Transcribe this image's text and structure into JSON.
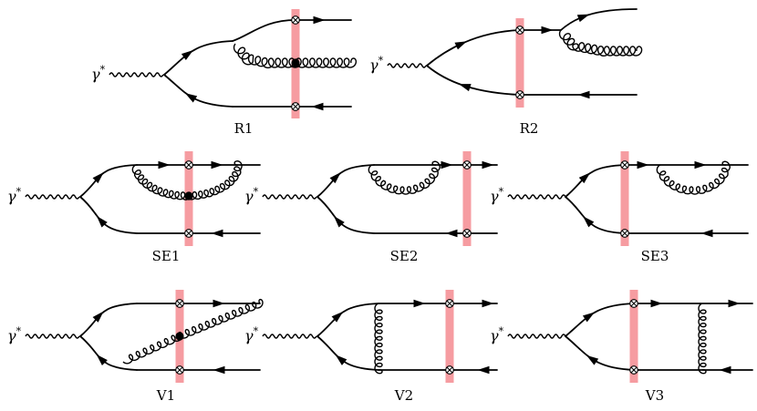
{
  "photon_label": "γ",
  "photon_superscript": "*",
  "diagrams": [
    {
      "id": "R1",
      "label": "R1"
    },
    {
      "id": "R2",
      "label": "R2"
    },
    {
      "id": "SE1",
      "label": "SE1"
    },
    {
      "id": "SE2",
      "label": "SE2"
    },
    {
      "id": "SE3",
      "label": "SE3"
    },
    {
      "id": "V1",
      "label": "V1"
    },
    {
      "id": "V2",
      "label": "V2"
    },
    {
      "id": "V3",
      "label": "V3"
    }
  ],
  "colors": {
    "cut": "#f48b90",
    "line": "#000000"
  }
}
